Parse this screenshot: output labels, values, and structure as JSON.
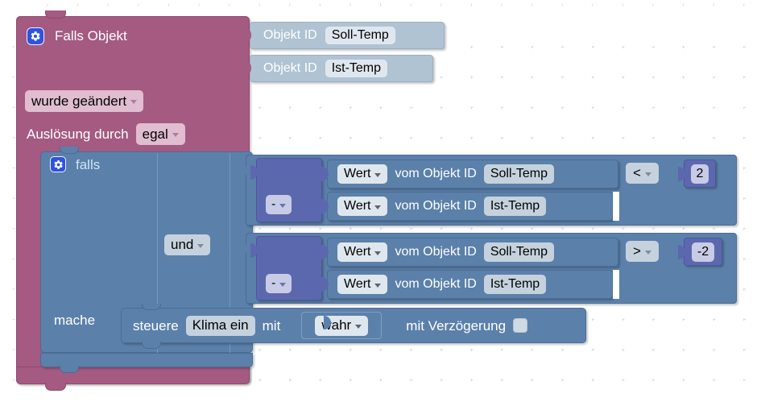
{
  "app": {
    "kind": "blockly-visual-editor",
    "language": "de"
  },
  "canvas": {
    "grid_color": "#d8d8d8",
    "background": "#ffffff"
  },
  "colors": {
    "trigger_block": "#a45a81",
    "logic_block": "#5b80aa",
    "objectid_block": "#afc3d3",
    "math_block": "#5c68ad",
    "gear_icon": "#2f52e0"
  },
  "trigger": {
    "gear_icon": "gear-icon",
    "title": "Falls Objekt",
    "mode_dropdown": "wurde geändert",
    "source_label": "Auslösung durch",
    "source_dropdown": "egal",
    "objects": [
      {
        "label": "Objekt ID",
        "value": "Soll-Temp"
      },
      {
        "label": "Objekt ID",
        "value": "Ist-Temp"
      }
    ]
  },
  "condition": {
    "gear_icon": "gear-icon",
    "if_label": "falls",
    "do_label": "mache",
    "join_dropdown": "und",
    "comparisons": [
      {
        "operator": "<",
        "number": "2",
        "arith_operator": "-",
        "operands": [
          {
            "value_dropdown": "Wert",
            "of_label": "vom Objekt ID",
            "object_id": "Soll-Temp"
          },
          {
            "value_dropdown": "Wert",
            "of_label": "vom Objekt ID",
            "object_id": "Ist-Temp"
          }
        ]
      },
      {
        "operator": ">",
        "number": "-2",
        "arith_operator": "-",
        "operands": [
          {
            "value_dropdown": "Wert",
            "of_label": "vom Objekt ID",
            "object_id": "Soll-Temp"
          },
          {
            "value_dropdown": "Wert",
            "of_label": "vom Objekt ID",
            "object_id": "Ist-Temp"
          }
        ]
      }
    ]
  },
  "action": {
    "control_label": "steuere",
    "target": "Klima ein",
    "with_label": "mit",
    "value_dropdown": "wahr",
    "delay_label": "mit Verzögerung",
    "delay_checked": false
  }
}
